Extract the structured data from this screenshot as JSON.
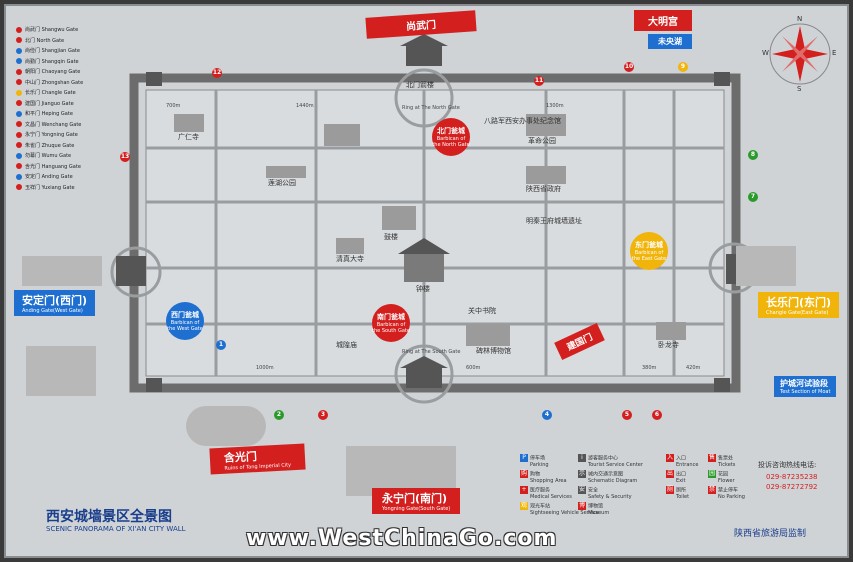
{
  "board": {
    "title_cn": "西安城墙景区全景图",
    "title_en": "SCENIC PANORAMA OF XI'AN CITY WALL",
    "watermark": "www.WestChinaGo.com",
    "supervisor": "陕西省旅游局监制",
    "hotline_label": "投诉咨询热线电话:",
    "phone_1": "029-87235238",
    "phone_2": "029-87272792"
  },
  "gates": {
    "west": {
      "cn": "安定门(西门)",
      "en": "Anding Gate(West Gate)",
      "color": "#1e6fd0"
    },
    "east": {
      "cn": "长乐门(东门)",
      "en": "Changle Gate(East Gate)",
      "color": "#f0b40a"
    },
    "south": {
      "cn": "永宁门(南门)",
      "en": "Yongning Gate(South Gate)",
      "color": "#d41f1f"
    },
    "top_red": {
      "cn": "尚武门",
      "en": "",
      "color": "#d41f1f"
    },
    "top_right": {
      "cn": "大明宫",
      "en": "",
      "color": "#d41f1f"
    },
    "top_right_blue": {
      "cn": "未央湖",
      "en": "",
      "color": "#1e6fd0"
    },
    "tang_wall": {
      "cn": "含光门",
      "en": "Ruins of Tang Imperial City",
      "color": "#d41f1f"
    },
    "east_south": {
      "cn": "建国门",
      "en": "",
      "color": "#d41f1f"
    },
    "moat": {
      "cn": "护城河试验段",
      "en": "Test Section of Moat",
      "color": "#1e6fd0"
    }
  },
  "circles": {
    "west": {
      "cn": "西门瓮城",
      "en": "Barbican of the West Gate",
      "color": "#1e6fd0"
    },
    "north": {
      "cn": "北门瓮城",
      "en": "Barbican of the North Gate",
      "color": "#d41f1f"
    },
    "south": {
      "cn": "南门瓮城",
      "en": "Barbican of the South Gate",
      "color": "#d41f1f"
    },
    "east": {
      "cn": "东门瓮城",
      "en": "Barbican of the East Gate",
      "color": "#f0b40a"
    }
  },
  "map_labels": {
    "north_ring": "Ring at The North Gate",
    "south_ring": "Ring at The South Gate",
    "north_gate": "北门箭楼",
    "bell_tower": "钟楼",
    "drum_tower": "鼓楼",
    "great_mosque": "清真大寺",
    "guangren": "广仁寺",
    "lianhu": "莲湖公园",
    "revolution_park": "革命公园",
    "wolong": "卧龙寺",
    "guanzhong": "关中书院",
    "shaanxi_gov": "陕西省政府",
    "ming_palace": "明秦王府城墙遗址",
    "stele_forest": "碑林博物馆",
    "city_god": "城隍庙",
    "eighth_army": "八路军西安办事处纪念馆",
    "dist_700a": "700m",
    "dist_1440": "1440m",
    "dist_1300": "1300m",
    "dist_1000": "1000m",
    "dist_420": "420m",
    "dist_380": "380m",
    "dist_600": "600m"
  },
  "left_legend": [
    {
      "label": "尚武门 Shangwu Gate",
      "color": "#d41f1f"
    },
    {
      "label": "北门 North Gate",
      "color": "#d41f1f"
    },
    {
      "label": "尚俭门 Shangjian Gate",
      "color": "#1e6fd0"
    },
    {
      "label": "尚勤门 Shangqin Gate",
      "color": "#1e6fd0"
    },
    {
      "label": "朝阳门 Chaoyang Gate",
      "color": "#d41f1f"
    },
    {
      "label": "中山门 Zhongshan Gate",
      "color": "#d41f1f"
    },
    {
      "label": "长乐门 Changle Gate",
      "color": "#f0b40a"
    },
    {
      "label": "建国门 Jianguo Gate",
      "color": "#d41f1f"
    },
    {
      "label": "和平门 Heping Gate",
      "color": "#1e6fd0"
    },
    {
      "label": "文昌门 Wenchang Gate",
      "color": "#d41f1f"
    },
    {
      "label": "永宁门 Yongning Gate",
      "color": "#d41f1f"
    },
    {
      "label": "朱雀门 Zhuque Gate",
      "color": "#d41f1f"
    },
    {
      "label": "勿幕门 Wumu Gate",
      "color": "#1e6fd0"
    },
    {
      "label": "含光门 Hanguang Gate",
      "color": "#d41f1f"
    },
    {
      "label": "安定门 Anding Gate",
      "color": "#1e6fd0"
    },
    {
      "label": "玉祥门 Yuxiang Gate",
      "color": "#d41f1f"
    }
  ],
  "legend": [
    {
      "icon": "P",
      "cn": "停车场",
      "en": "Parking",
      "color": "#1e6fd0"
    },
    {
      "icon": "i",
      "cn": "游客服务中心",
      "en": "Tourist Service Center",
      "color": "#555"
    },
    {
      "icon": "入",
      "cn": "入口",
      "en": "Entrance",
      "color": "#d41f1f"
    },
    {
      "icon": "售",
      "cn": "售票处",
      "en": "Tickets",
      "color": "#d41f1f"
    },
    {
      "icon": "购",
      "cn": "购物",
      "en": "Shopping Area",
      "color": "#d41f1f"
    },
    {
      "icon": "示",
      "cn": "城内交通示意图",
      "en": "Schematic Diagram",
      "color": "#555"
    },
    {
      "icon": "出",
      "cn": "出口",
      "en": "Exit",
      "color": "#d41f1f"
    },
    {
      "icon": "园",
      "cn": "花园",
      "en": "Flower",
      "color": "#2a9a2a"
    },
    {
      "icon": "+",
      "cn": "医疗服务",
      "en": "Medical Services",
      "color": "#d41f1f"
    },
    {
      "icon": "安",
      "cn": "安全",
      "en": "Safety & Security",
      "color": "#555"
    },
    {
      "icon": "厕",
      "cn": "厕所",
      "en": "Toilet",
      "color": "#d41f1f"
    },
    {
      "icon": "禁",
      "cn": "禁止停车",
      "en": "No Parking",
      "color": "#d41f1f"
    },
    {
      "icon": "观",
      "cn": "观光车站",
      "en": "Sightseeing Vehicle Service",
      "color": "#f0b40a"
    },
    {
      "icon": "博",
      "cn": "博物馆",
      "en": "Museum",
      "color": "#d41f1f"
    }
  ],
  "markers": [
    {
      "n": "1",
      "color": "#1e6fd0"
    },
    {
      "n": "2",
      "color": "#2a9a2a"
    },
    {
      "n": "3",
      "color": "#d41f1f"
    },
    {
      "n": "4",
      "color": "#1e6fd0"
    },
    {
      "n": "5",
      "color": "#d41f1f"
    },
    {
      "n": "6",
      "color": "#d41f1f"
    },
    {
      "n": "7",
      "color": "#2a9a2a"
    },
    {
      "n": "8",
      "color": "#2a9a2a"
    },
    {
      "n": "9",
      "color": "#f0b40a"
    },
    {
      "n": "10",
      "color": "#d41f1f"
    },
    {
      "n": "11",
      "color": "#d41f1f"
    },
    {
      "n": "12",
      "color": "#d41f1f"
    },
    {
      "n": "13",
      "color": "#d41f1f"
    }
  ],
  "compass": {
    "N": "N",
    "S": "S",
    "E": "E",
    "W": "W"
  }
}
